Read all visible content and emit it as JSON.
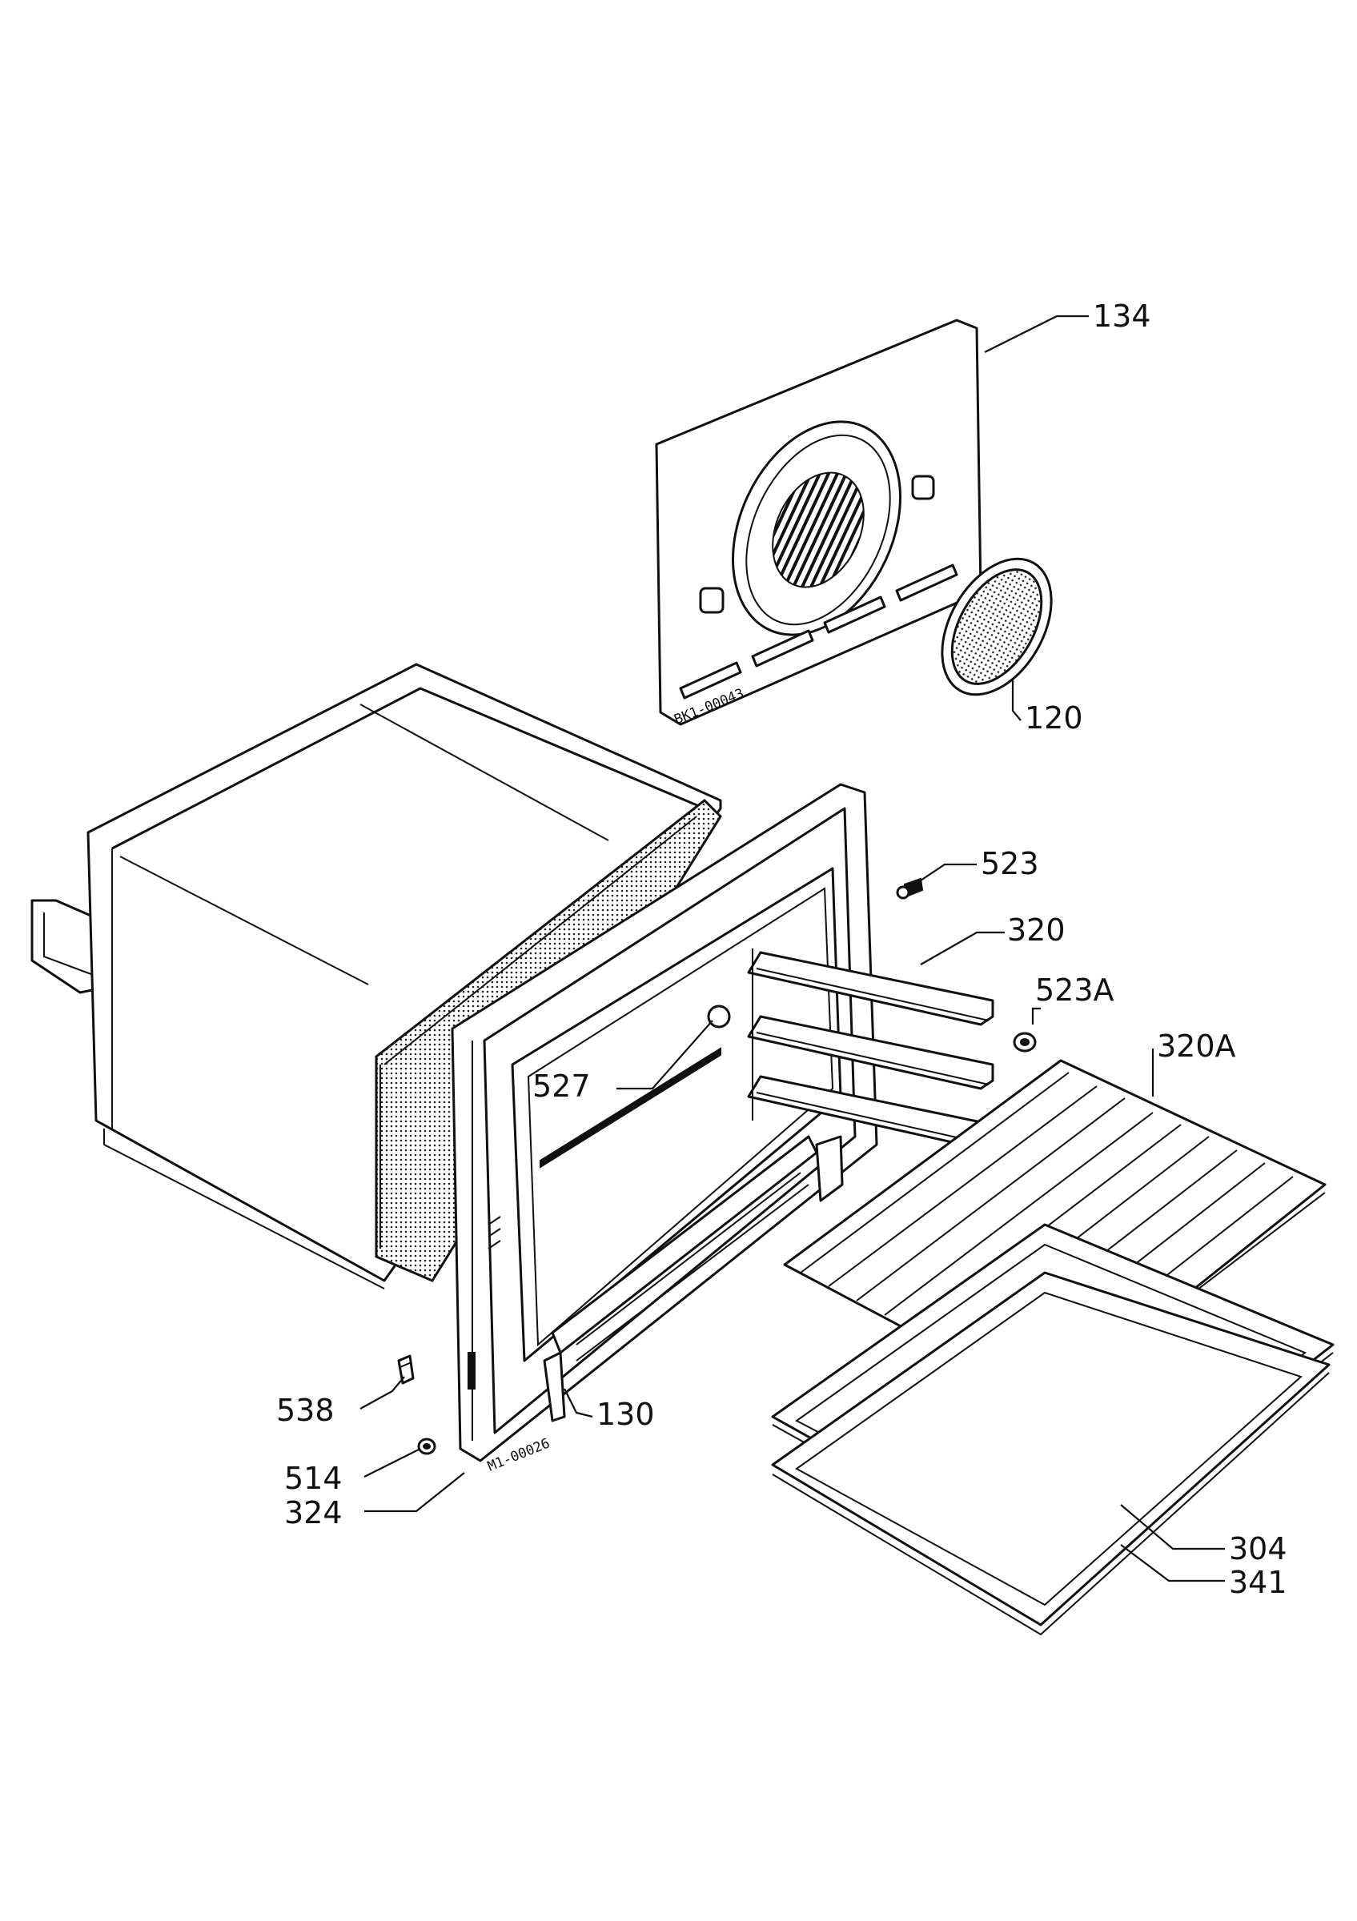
{
  "diagram": {
    "part_numbers": [
      "134",
      "120",
      "523",
      "320",
      "523A",
      "320A",
      "527",
      "538",
      "130",
      "514",
      "324",
      "304",
      "341"
    ],
    "callouts": {
      "p134": "134",
      "p120": "120",
      "p523": "523",
      "p320": "320",
      "p523a": "523A",
      "p320a": "320A",
      "p527": "527",
      "p538": "538",
      "p130": "130",
      "p514": "514",
      "p324": "324",
      "p304": "304",
      "p341": "341"
    },
    "drawing_codes": {
      "back_panel": "BK1-00043",
      "front_frame": "M1-00026"
    }
  }
}
